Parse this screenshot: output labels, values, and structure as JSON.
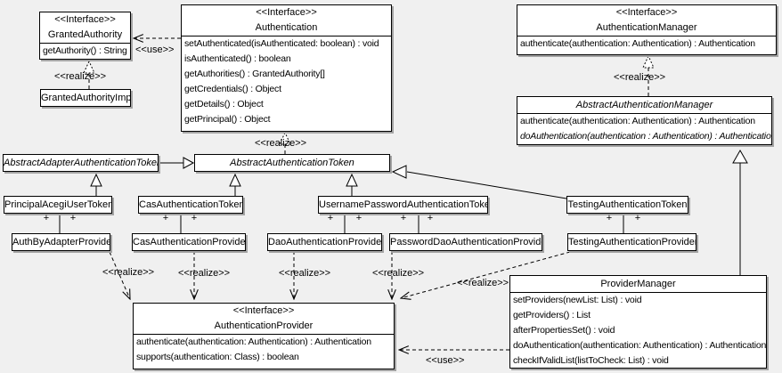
{
  "labels": {
    "use": "<<use>>",
    "realize": "<<realize>>",
    "plus": "+"
  },
  "classes": {
    "granted_authority": {
      "stereotype": "<<Interface>>",
      "name": "GrantedAuthority",
      "methods": [
        "getAuthority() : String"
      ]
    },
    "granted_authority_impl": {
      "name": "GrantedAuthorityImpl"
    },
    "authentication": {
      "stereotype": "<<Interface>>",
      "name": "Authentication",
      "methods": [
        "setAuthenticated(isAuthenticated: boolean) : void",
        "isAuthenticated() : boolean",
        "getAuthorities() : GrantedAuthority[]",
        "getCredentials() : Object",
        "getDetails() : Object",
        "getPrincipal() : Object"
      ]
    },
    "authentication_manager": {
      "stereotype": "<<Interface>>",
      "name": "AuthenticationManager",
      "methods": [
        "authenticate(authentication: Authentication) : Authentication"
      ]
    },
    "abstract_authentication_manager": {
      "name": "AbstractAuthenticationManager",
      "methods": [
        "authenticate(authentication: Authentication) : Authentication",
        "doAuthentication(authentication : Authentication) : Authentication"
      ]
    },
    "abstract_adapter_authentication_token": {
      "name": "AbstractAdapterAuthenticationToken"
    },
    "abstract_authentication_token": {
      "name": "AbstractAuthenticationToken"
    },
    "principal_acegi_user_token": {
      "name": "PrincipalAcegiUserToken"
    },
    "cas_authentication_token": {
      "name": "CasAuthenticationToken"
    },
    "username_password_authentication_token": {
      "name": "UsernamePasswordAuthenticationToken"
    },
    "testing_authentication_token": {
      "name": "TestingAuthenticationToken"
    },
    "auth_by_adapter_provider": {
      "name": "AuthByAdapterProvider"
    },
    "cas_authentication_provider": {
      "name": "CasAuthenticationProvider"
    },
    "dao_authentication_provider": {
      "name": "DaoAuthenticationProvider"
    },
    "password_dao_authentication_provider": {
      "name": "PasswordDaoAuthenticationProvider"
    },
    "testing_authentication_provider": {
      "name": "TestingAuthenticationProvider"
    },
    "authentication_provider": {
      "stereotype": "<<Interface>>",
      "name": "AuthenticationProvider",
      "methods": [
        "authenticate(authentication: Authentication) : Authentication",
        "supports(authentication: Class) : boolean"
      ]
    },
    "provider_manager": {
      "name": "ProviderManager",
      "methods": [
        "setProviders(newList: List) : void",
        "getProviders() : List",
        "afterPropertiesSet() : void",
        "doAuthentication(authentication: Authentication) : Authentication",
        "checkIfValidList(listToCheck: List) : void"
      ]
    }
  },
  "colors": {
    "background": "#f0f0f0",
    "box_fill": "#ffffff",
    "box_border": "#000000",
    "shadow": "#a3a3a3"
  }
}
